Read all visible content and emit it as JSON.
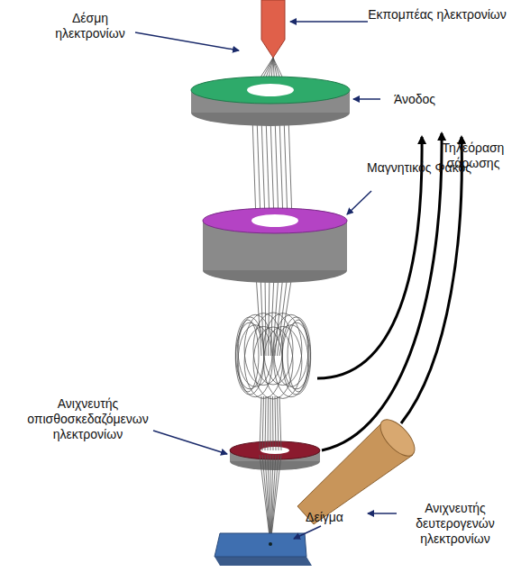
{
  "diagram": {
    "labels": [
      "Δέσμη ηλεκτρονίων",
      "Εκπομπέας ηλεκτρονίων",
      "Άνοδος",
      "Μαγνητικός Φακός",
      "Τηλεόραση σάρωσης",
      "Ανιχνευτής οπισθοσκεδαζόμενων ηλεκτρονίων",
      "Ανιχνευτής δευτερογενών ηλεκτρονίων",
      "Δείγμα"
    ]
  }
}
